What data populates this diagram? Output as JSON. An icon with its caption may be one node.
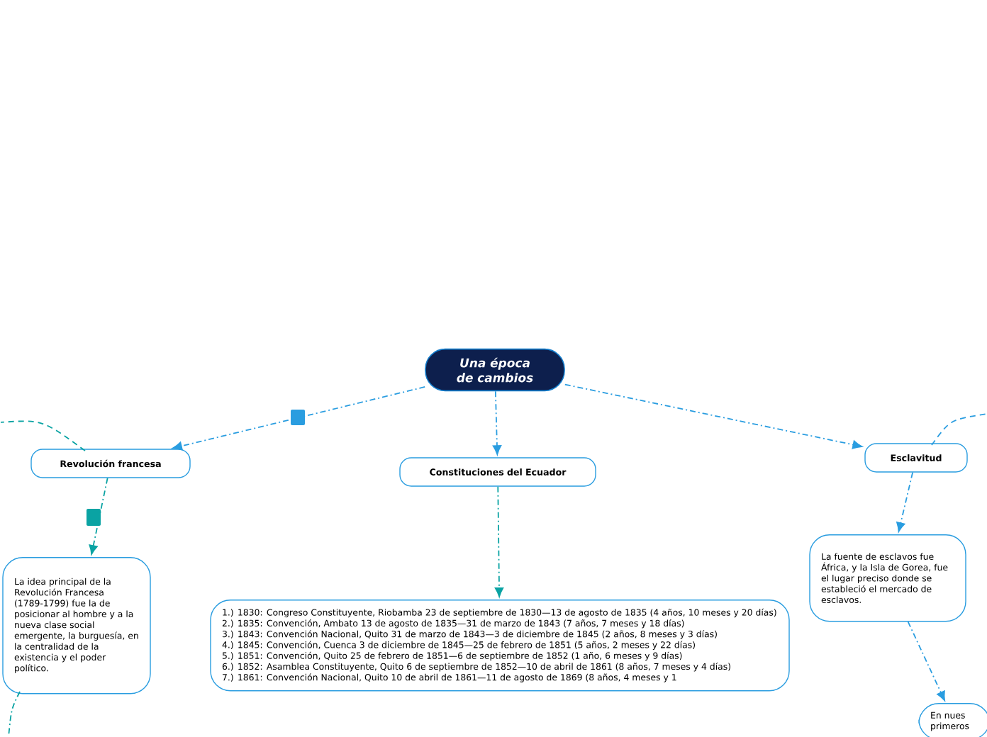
{
  "diagram": {
    "nodes": [
      {
        "text": [
          "Una época de cambios"
        ]
      },
      {
        "text": [
          "Revolución francesa"
        ]
      },
      {
        "text": [
          "Constituciones del Ecuador"
        ]
      },
      {
        "text": [
          "Esclavitud"
        ]
      },
      {
        "text": [
          "La idea principal de la Revolución Francesa (1789-1799) fue la de posicionar al hombre y a la nueva clase social emergente, la burguesía, en la centralidad de la existencia y el poder político."
        ]
      },
      {
        "text": [
          "1.) 1830: Congreso Constituyente, Riobamba 23 de septiembre de 1830—13 de agosto de 1835 (4 años, 10 meses y 20 días)",
          "2.) 1835: Convención, Ambato 13 de agosto de 1835—31 de marzo de 1843 (7 años, 7 meses y 18 días)",
          "3.) 1843: Convención Nacional, Quito 31 de marzo de 1843—3 de diciembre de 1845 (2 años, 8 meses y 3 días)",
          "4.) 1845: Convención, Cuenca 3 de diciembre de 1845—25 de febrero de 1851 (5 años, 2 meses y 22 días)",
          "5.) 1851: Convención, Quito 25 de febrero de 1851—6 de septiembre de 1852 (1 año, 6 meses y 9 días)",
          "6.) 1852: Asamblea Constituyente, Quito 6 de septiembre de 1852—10 de abril de 1861 (8 años, 7 meses y 4 días)",
          "7.) 1861: Convención Nacional, Quito 10 de abril de 1861—11 de agosto de 1869 (8 años, 4 meses y 1"
        ]
      },
      {
        "text": [
          "La fuente de esclavos fue África, y la Isla de Gorea, fue el lugar preciso donde se estableció el mercado de esclavos."
        ]
      },
      {
        "text": [
          "En nues primeros"
        ]
      }
    ],
    "edges": [
      {
        "from": 0,
        "to": 1,
        "arrow": "to"
      },
      {
        "from": 0,
        "to": 2,
        "arrow": "to"
      },
      {
        "from": 0,
        "to": 3,
        "arrow": "to"
      },
      {
        "from": 1,
        "to": 4,
        "arrow": "to",
        "color": "#0aa3a3"
      },
      {
        "from": 2,
        "to": 5,
        "arrow": "to",
        "color": "#0aa3a3"
      },
      {
        "from": 3,
        "to": 6,
        "arrow": "to"
      },
      {
        "from": 6,
        "to": 7,
        "arrow": "to"
      },
      {
        "from": 1,
        "to": null,
        "arrow": "none",
        "style": "dashed",
        "color": "#0aa3a3"
      },
      {
        "from": 3,
        "to": null,
        "arrow": "none",
        "style": "dashed"
      },
      {
        "from": 4,
        "to": null,
        "arrow": "none",
        "color": "#0aa3a3"
      }
    ]
  }
}
